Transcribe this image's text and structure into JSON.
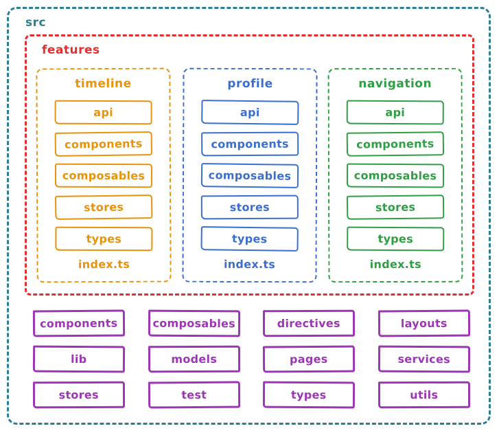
{
  "src": {
    "label": "src",
    "color": "#2e7f93"
  },
  "features": {
    "label": "features",
    "color": "#e03131",
    "modules": [
      {
        "name": "timeline",
        "color": "#e8930c",
        "folders": [
          "api",
          "components",
          "composables",
          "stores",
          "types"
        ],
        "index_file": "index.ts"
      },
      {
        "name": "profile",
        "color": "#3a6fd0",
        "folders": [
          "api",
          "components",
          "composables",
          "stores",
          "types"
        ],
        "index_file": "index.ts"
      },
      {
        "name": "navigation",
        "color": "#2f9e44",
        "folders": [
          "api",
          "components",
          "composables",
          "stores",
          "types"
        ],
        "index_file": "index.ts"
      }
    ]
  },
  "shared": {
    "color": "#9c36b5",
    "folders": [
      "components",
      "composables",
      "directives",
      "layouts",
      "lib",
      "models",
      "pages",
      "services",
      "stores",
      "test",
      "types",
      "utils"
    ]
  }
}
